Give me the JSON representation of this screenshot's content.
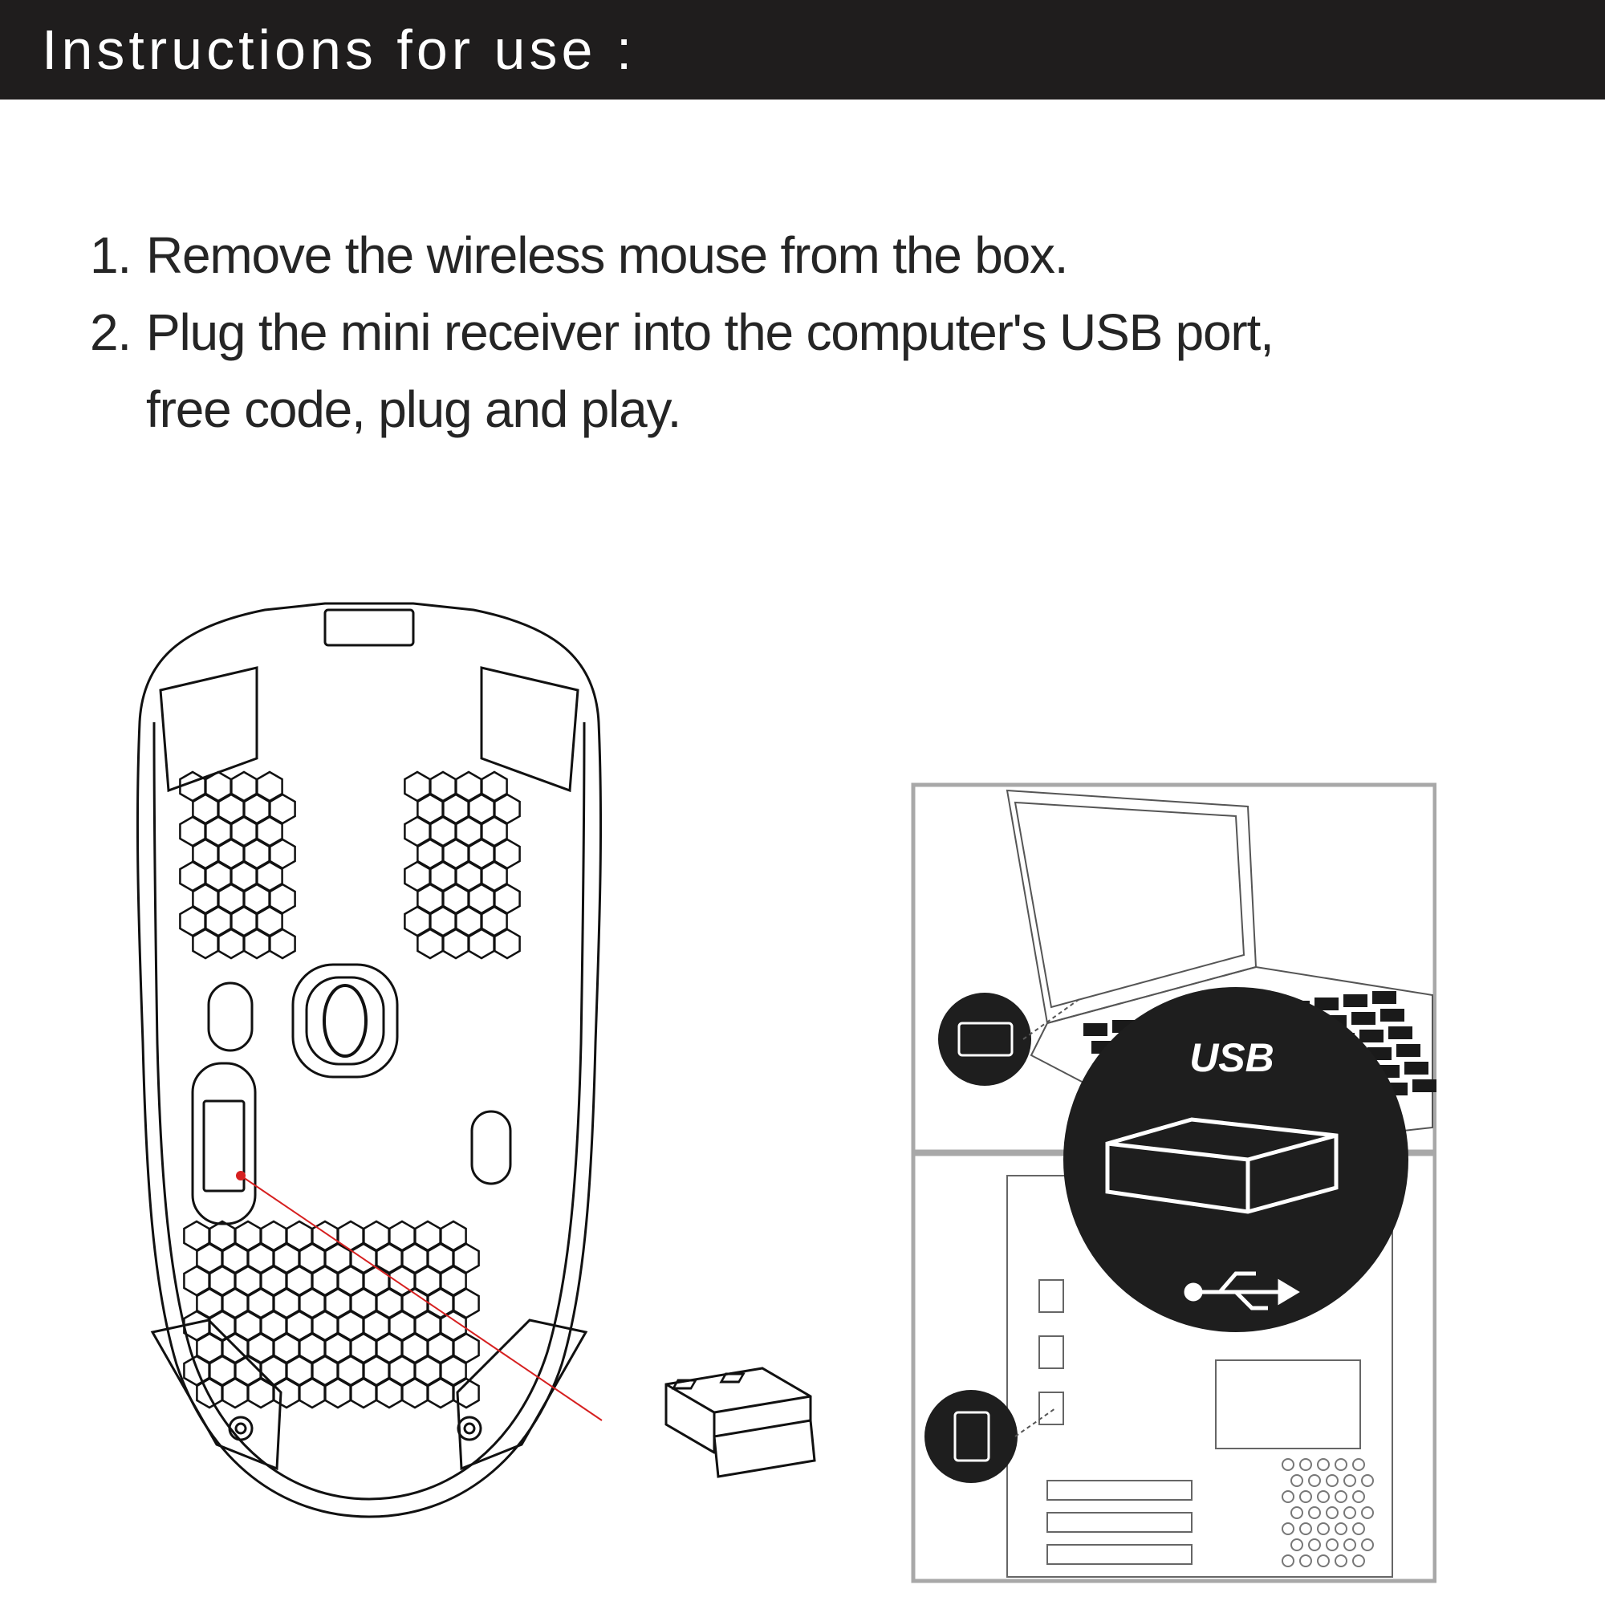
{
  "header": {
    "title": "Instructions for use :"
  },
  "steps": [
    {
      "number": "1.",
      "text": "Remove the wireless mouse from the box."
    },
    {
      "number": "2.",
      "text": "Plug the mini receiver into the computer's USB port,"
    },
    {
      "number": "",
      "text": "free code, plug and play."
    }
  ],
  "illustration": {
    "usb_callout_label": "USB",
    "receiver_indicator_color": "#d62020",
    "panel_frame_color": "#a8a8a8"
  }
}
